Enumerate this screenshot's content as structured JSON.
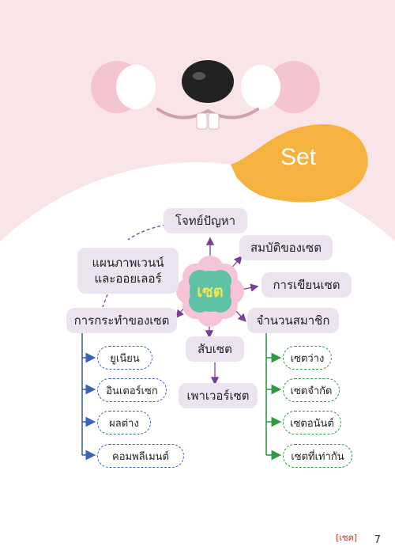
{
  "title": "Set",
  "center": "เซต",
  "nodes": {
    "problem": "โจทย์ปัญหา",
    "properties": "สมบัติของเซต",
    "venn": "แผนภาพเวนน์\nและออยเลอร์",
    "writing": "การเขียนเซต",
    "operations": "การกระทำของเซต",
    "cardinality": "จำนวนสมาชิก",
    "subset": "สับเซต",
    "powerset": "เพาเวอร์เซต"
  },
  "operations_items": [
    "ยูเนียน",
    "อินเตอร์เซก",
    "ผลต่าง",
    "คอมพลีเมนต์"
  ],
  "cardinality_items": [
    "เซตว่าง",
    "เซตจำกัด",
    "เซตอนันต์",
    "เซตที่เท่ากัน"
  ],
  "footer": {
    "tag": "[เซต]",
    "page": "7"
  },
  "colors": {
    "pink_bg": "#f9e4e8",
    "title_bubble": "#f6b23e",
    "node_bg": "#ece3f0",
    "center": "#5fc2a5",
    "flower": "#f7c3d6",
    "arrow": "#7b3f99",
    "blue": "#3a63b8",
    "green": "#2e9a44"
  }
}
